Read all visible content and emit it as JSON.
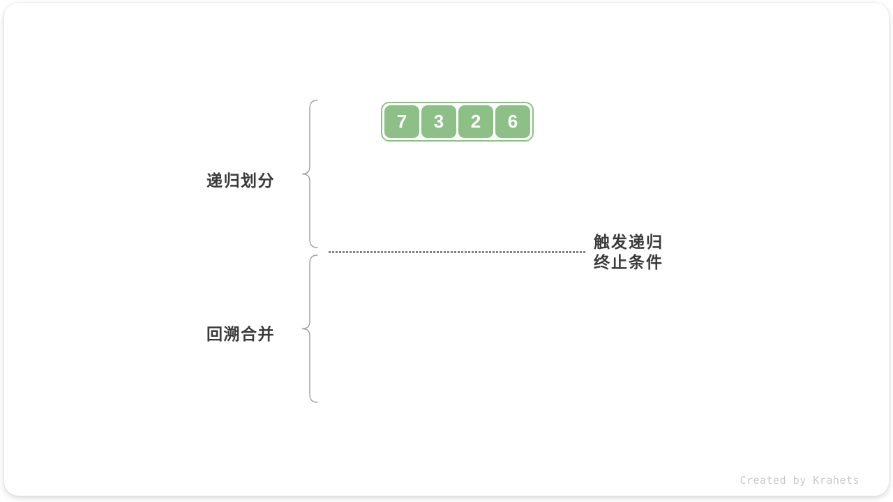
{
  "diagram": {
    "title_context": "merge sort divide and merge phases",
    "array": {
      "values": [
        "7",
        "3",
        "2",
        "6"
      ]
    },
    "phases": {
      "divide_label": "递归划分",
      "merge_label": "回溯合并"
    },
    "termination": {
      "line1": "触发递归",
      "line2": "终止条件"
    },
    "watermark": "Created by Krahets",
    "colors": {
      "box_green": "#8CC087",
      "label_text": "#3A3A3A",
      "brace_gray": "#9E9E9E",
      "dotted_line_gray": "#7F7F7F",
      "watermark_gray": "#C9C9C9"
    }
  }
}
